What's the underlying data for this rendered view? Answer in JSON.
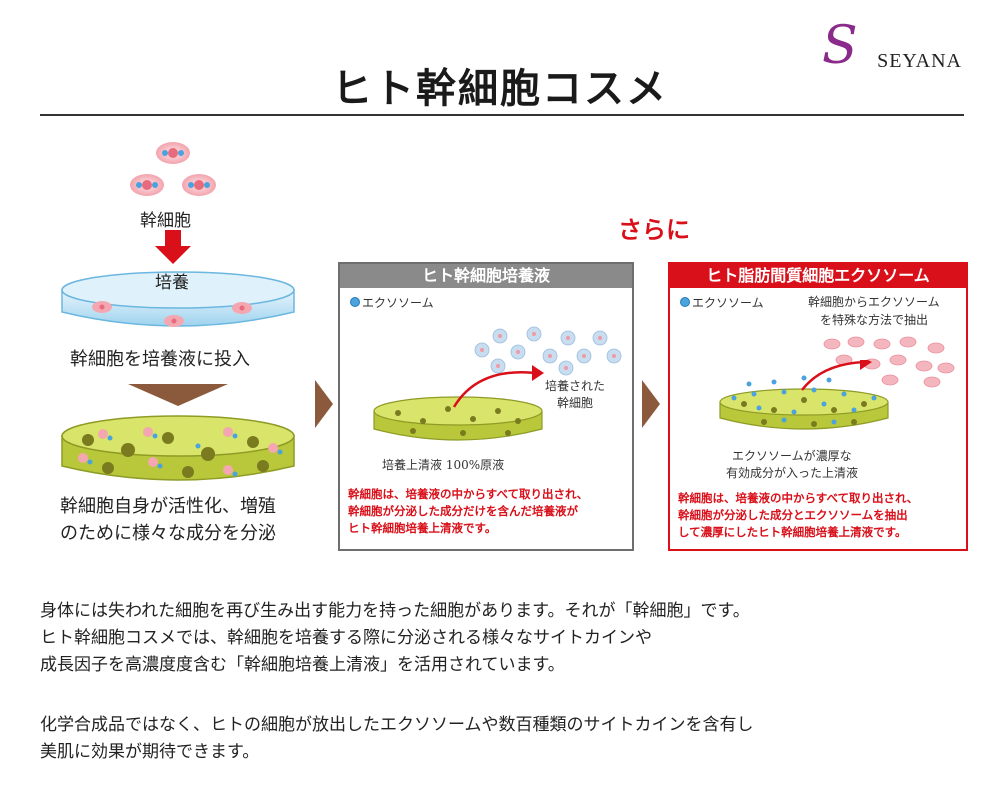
{
  "header": {
    "title": "ヒト幹細胞コスメ",
    "logo_mark": "S",
    "logo_text": "SEYANA"
  },
  "left": {
    "cell_label": "幹細胞",
    "dish_label": "培養",
    "step1": "幹細胞を培養液に投入",
    "step2_line1": "幹細胞自身が活性化、増殖",
    "step2_line2": "のために様々な成分を分泌"
  },
  "emphasis": "さらに",
  "panel_mid": {
    "title": "ヒト幹細胞培養液",
    "legend": "エクソソーム",
    "cells_label_line1": "培養された",
    "cells_label_line2": "幹細胞",
    "dish_label": "培養上清液 100%原液",
    "note_line1": "幹細胞は、培養液の中からすべて取り出され、",
    "note_line2": "幹細胞が分泌した成分だけを含んだ培養液が",
    "note_line3": "ヒト幹細胞培養上清液です。"
  },
  "panel_right": {
    "title": "ヒト脂肪間質細胞エクソソーム",
    "legend": "エクソソーム",
    "extract_line1": "幹細胞からエクソソーム",
    "extract_line2": "を特殊な方法で抽出",
    "dish_line1": "エクソソームが濃厚な",
    "dish_line2": "有効成分が入った上清液",
    "note_line1": "幹細胞は、培養液の中からすべて取り出され、",
    "note_line2": "幹細胞が分泌した成分とエクソソームを抽出",
    "note_line3": "して濃厚にしたヒト幹細胞培養上清液です。"
  },
  "body": {
    "para1_line1": "身体には失われた細胞を再び生み出す能力を持った細胞があります。それが「幹細胞」です。",
    "para1_line2": "ヒト幹細胞コスメでは、幹細胞を培養する際に分泌される様々なサイトカインや",
    "para1_line3": "成長因子を高濃度度含む「幹細胞培養上清液」を活用されています。",
    "para2_line1": "化学合成品ではなく、ヒトの細胞が放出したエクソソームや数百種類のサイトカインを含有し",
    "para2_line2": "美肌に効果が期待できます。"
  },
  "colors": {
    "accent_red": "#d9101a",
    "panel_gray": "#8a8a8a",
    "arrow_brown": "#8b5a3c",
    "brand_purple": "#8a2a8a",
    "dish_green": "#c9d845",
    "exosome_blue": "#4aa3dd",
    "cell_pink": "#f4a7b0"
  },
  "icons": [
    "stem-cell-icon",
    "petri-dish-icon",
    "exosome-dot-icon",
    "flow-arrow-icon"
  ]
}
